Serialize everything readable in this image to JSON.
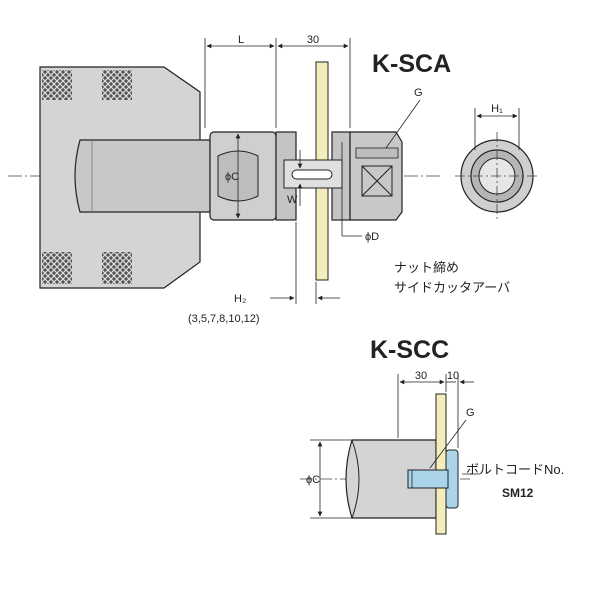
{
  "sca": {
    "title": "K-SCA",
    "dim_L": "L",
    "dim_30": "30",
    "label_G": "G",
    "label_H1": "H₁",
    "label_phiC": "ϕC",
    "label_W": "W",
    "label_phiD": "ϕD",
    "label_H2": "H₂",
    "h2_values": "(3,5,7,8,10,12)",
    "note_line1": "ナット締め",
    "note_line2": "サイドカッタアーバ"
  },
  "scc": {
    "title": "K-SCC",
    "dim_30": "30",
    "dim_10": "10",
    "label_G": "G",
    "label_phiC": "ϕC",
    "bolt_label": "ボルトコードNo.",
    "bolt_code": "SM12"
  },
  "colors": {
    "body": "#d4d4d4",
    "shade": "#a8a8a8",
    "arbor": "#f3edbc",
    "bolt_blue": "#a9d4ea",
    "line": "#222222"
  }
}
